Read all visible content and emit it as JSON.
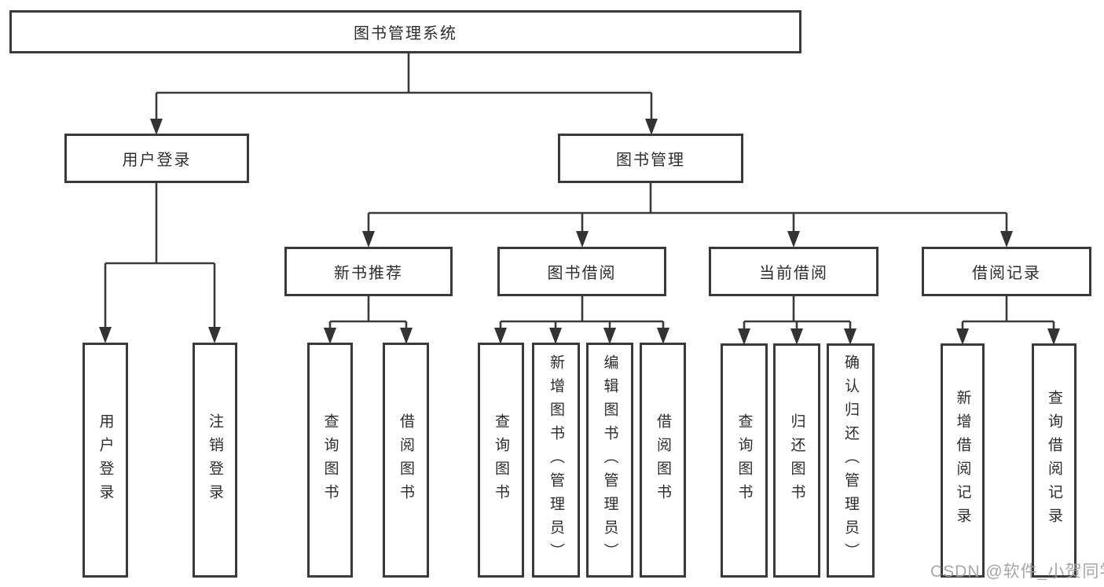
{
  "tree": {
    "label": "图书管理系统",
    "children": [
      {
        "label": "用户登录",
        "children": [
          {
            "label": "用户登录"
          },
          {
            "label": "注销登录"
          }
        ]
      },
      {
        "label": "图书管理",
        "children": [
          {
            "label": "新书推荐",
            "children": [
              {
                "label": "查询图书"
              },
              {
                "label": "借阅图书"
              }
            ]
          },
          {
            "label": "图书借阅",
            "children": [
              {
                "label": "查询图书"
              },
              {
                "label": "新增图书（管理员）"
              },
              {
                "label": "编辑图书（管理员）"
              },
              {
                "label": "借阅图书"
              }
            ]
          },
          {
            "label": "当前借阅",
            "children": [
              {
                "label": "查询图书"
              },
              {
                "label": "归还图书"
              },
              {
                "label": "确认归还（管理员）"
              }
            ]
          },
          {
            "label": "借阅记录",
            "children": [
              {
                "label": "新增借阅记录"
              },
              {
                "label": "查询借阅记录"
              }
            ]
          }
        ]
      }
    ]
  },
  "watermark": "CSDN @软件_小贺同学",
  "colors": {
    "line": "#3a3a3a",
    "arrow": "#333333",
    "text": "#2d2d2d",
    "watermark": "#9e9e9e",
    "background": "#ffffff"
  }
}
